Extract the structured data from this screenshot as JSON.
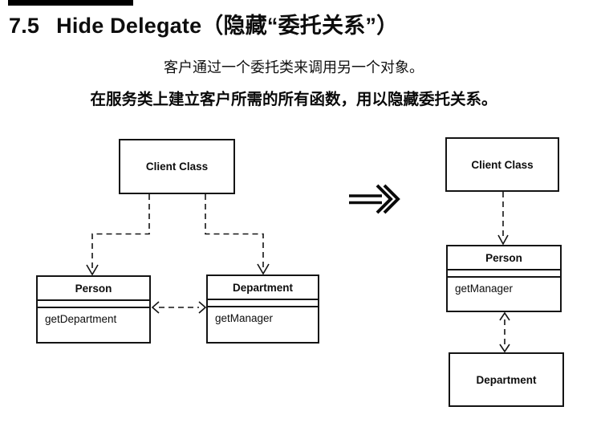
{
  "heading": {
    "number": "7.5",
    "title": "Hide Delegate（隐藏“委托关系”）"
  },
  "intro": {
    "summary": "客户通过一个委托类来调用另一个对象。",
    "motivation": "在服务类上建立客户所需的所有函数，用以隐藏委托关系。"
  },
  "diagram": {
    "before": {
      "client_class": "Client Class",
      "person": {
        "name": "Person",
        "method": "getDepartment"
      },
      "department": {
        "name": "Department",
        "method": "getManager"
      }
    },
    "after": {
      "client_class": "Client Class",
      "person": {
        "name": "Person",
        "method": "getManager"
      },
      "department": {
        "name": "Department"
      }
    },
    "transform_icon": "double-arrow-right",
    "ink_color": "#141414",
    "background_color": "#ffffff"
  }
}
